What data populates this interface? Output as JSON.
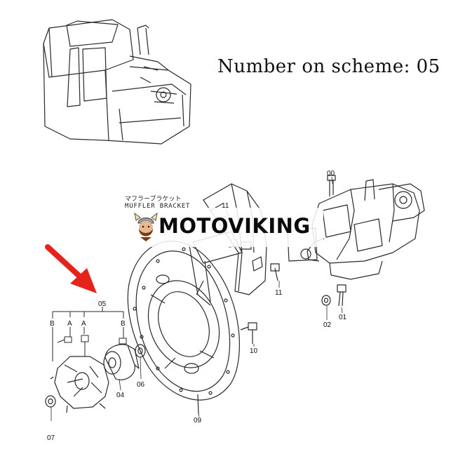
{
  "caption": "Number on scheme: 05",
  "logo": {
    "text": "MOTOVIKING",
    "mascot": "viking-head-icon"
  },
  "bracket_label_jp": "マフラーブラケット",
  "bracket_label_en": "MUFFLER BRACKET",
  "callouts": {
    "p00": "00",
    "p01": "01",
    "p02": "02",
    "p04": "04",
    "p05": "05",
    "p06": "06",
    "p07": "07",
    "p09": "09",
    "p10": "10",
    "p11": "11",
    "p11b": "11",
    "a1": "A",
    "a2": "A",
    "b1": "B",
    "b2": "B"
  },
  "colors": {
    "line": "#2a2a2a",
    "arrow": "#e5231b",
    "text": "#111111"
  },
  "icons": [
    "excavator-icon",
    "hydraulic-pump-icon",
    "flywheel-housing-icon",
    "coupling-icon",
    "red-arrow-icon",
    "viking-head-icon"
  ]
}
